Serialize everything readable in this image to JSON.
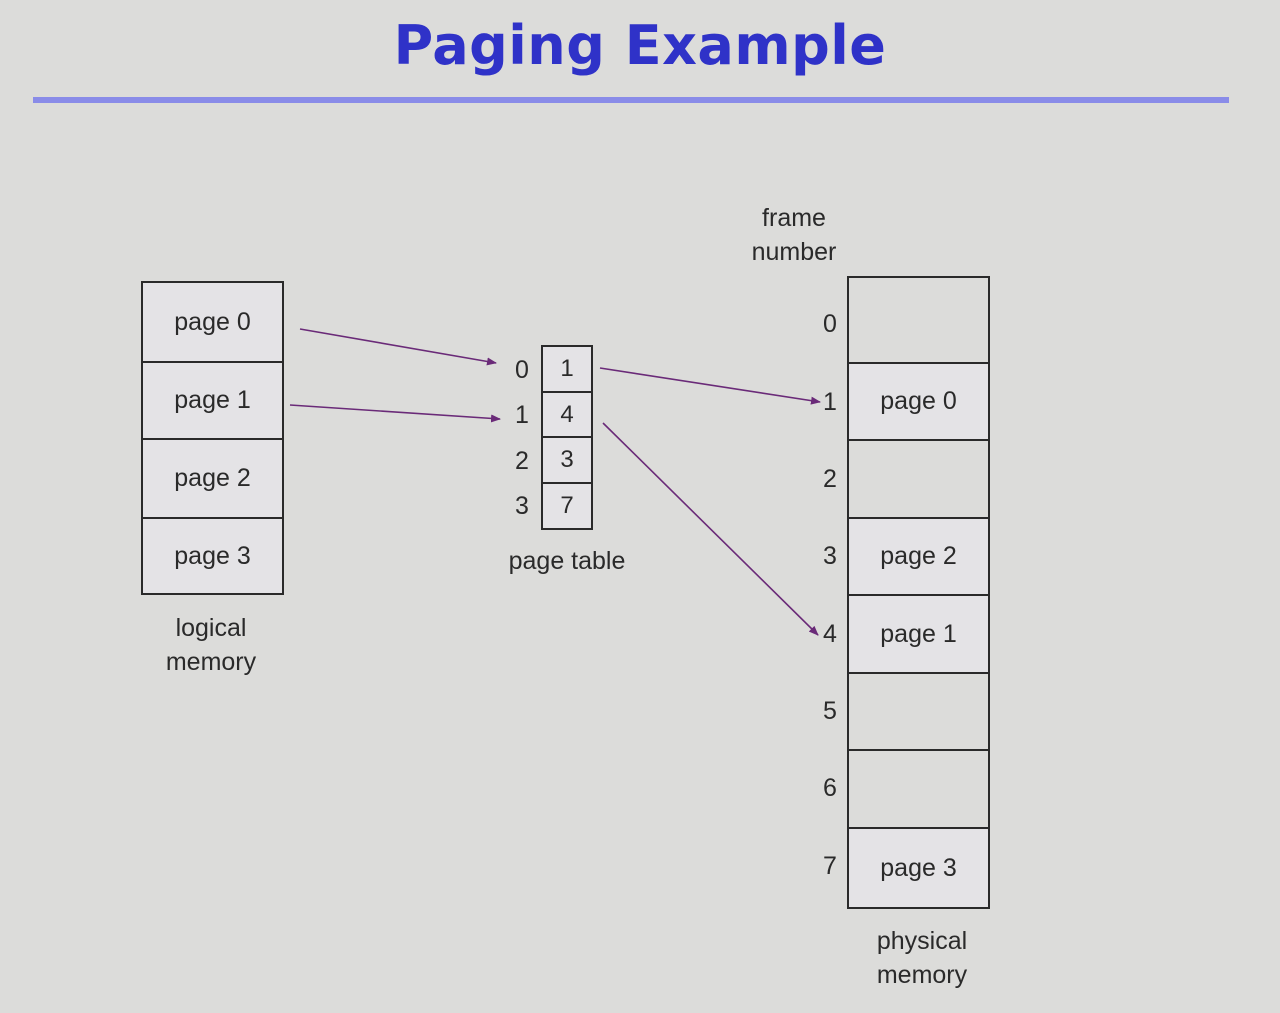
{
  "title": "Paging Example",
  "logical_memory": {
    "label_line1": "logical",
    "label_line2": "memory",
    "pages": [
      "page 0",
      "page 1",
      "page 2",
      "page 3"
    ]
  },
  "page_table": {
    "label": "page table",
    "indices": [
      "0",
      "1",
      "2",
      "3"
    ],
    "frames": [
      "1",
      "4",
      "3",
      "7"
    ]
  },
  "physical_memory": {
    "header_line1": "frame",
    "header_line2": "number",
    "label_line1": "physical",
    "label_line2": "memory",
    "frame_numbers": [
      "0",
      "1",
      "2",
      "3",
      "4",
      "5",
      "6",
      "7"
    ],
    "frames": [
      "",
      "page 0",
      "",
      "page 2",
      "page 1",
      "",
      "",
      "page 3"
    ]
  },
  "colors": {
    "title": "#2f32c8",
    "rule": "#8a8ce8",
    "arrow": "#6a2a78"
  }
}
